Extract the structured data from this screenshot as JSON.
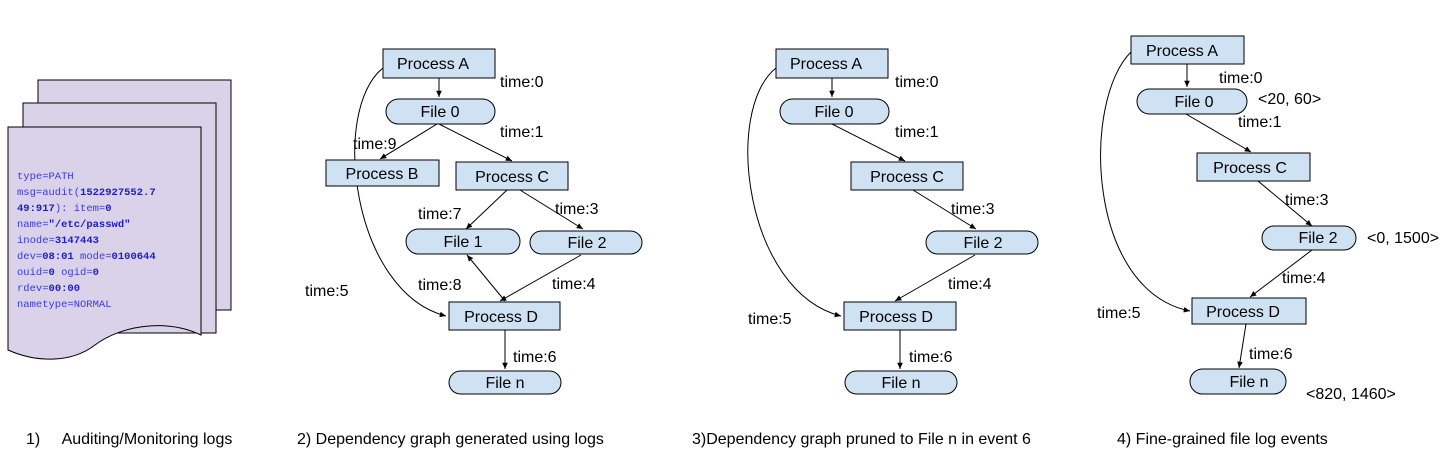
{
  "log_panel": {
    "lines": [
      [
        {
          "t": "type=PATH",
          "b": false
        }
      ],
      [
        {
          "t": "msg=audit(",
          "b": false
        },
        {
          "t": "1522927552.7",
          "b": true
        }
      ],
      [
        {
          "t": "49:917",
          "b": true
        },
        {
          "t": "): item=",
          "b": false
        },
        {
          "t": "0",
          "b": true
        }
      ],
      [
        {
          "t": "name=",
          "b": false
        },
        {
          "t": "\"/etc/passwd\"",
          "b": true
        }
      ],
      [
        {
          "t": "inode=",
          "b": false
        },
        {
          "t": "3147443",
          "b": true
        }
      ],
      [
        {
          "t": "dev=",
          "b": false
        },
        {
          "t": "08:01",
          "b": true
        },
        {
          "t": " mode=",
          "b": false
        },
        {
          "t": "0100644",
          "b": true
        }
      ],
      [
        {
          "t": "ouid=",
          "b": false
        },
        {
          "t": "0",
          "b": true
        },
        {
          "t": " ogid=",
          "b": false
        },
        {
          "t": "0",
          "b": true
        }
      ],
      [
        {
          "t": "rdev=",
          "b": false
        },
        {
          "t": "00:00",
          "b": true
        }
      ],
      [
        {
          "t": "nametype=NORMAL",
          "b": false
        }
      ]
    ],
    "caption": "1)     Auditing/Monitoring logs"
  },
  "graph2": {
    "caption": "2) Dependency graph generated using logs",
    "nodes": {
      "process_a": "Process A",
      "file_0": "File 0",
      "process_b": "Process B",
      "process_c": "Process C",
      "file_1": "File 1",
      "file_2": "File 2",
      "process_d": "Process D",
      "file_n": "File n"
    },
    "edge_labels": {
      "t0": "time:0",
      "t1": "time:1",
      "t9": "time:9",
      "t7": "time:7",
      "t3": "time:3",
      "t8": "time:8",
      "t4": "time:4",
      "t5": "time:5",
      "t6": "time:6"
    }
  },
  "graph3": {
    "caption": "3)Dependency graph pruned to File n in event 6",
    "nodes": {
      "process_a": "Process A",
      "file_0": "File 0",
      "process_c": "Process C",
      "file_2": "File 2",
      "process_d": "Process D",
      "file_n": "File n"
    },
    "edge_labels": {
      "t0": "time:0",
      "t1": "time:1",
      "t3": "time:3",
      "t4": "time:4",
      "t5": "time:5",
      "t6": "time:6"
    }
  },
  "graph4": {
    "caption": "4) Fine-grained file log events",
    "nodes": {
      "process_a": "Process A",
      "file_0": "File 0",
      "process_c": "Process C",
      "file_2": "File 2",
      "process_d": "Process D",
      "file_n": "File n"
    },
    "edge_labels": {
      "t0": "time:0",
      "t1": "time:1",
      "t3": "time:3",
      "t4": "time:4",
      "t5": "time:5",
      "t6": "time:6"
    },
    "ranges": {
      "file_0": "<20, 60>",
      "file_2": "<0, 1500>",
      "file_n": "<820, 1460>"
    }
  },
  "colors": {
    "node_fill": "#cfe2f3",
    "doc_fill": "#d9d2e9",
    "log_text": "#3a3adf"
  }
}
